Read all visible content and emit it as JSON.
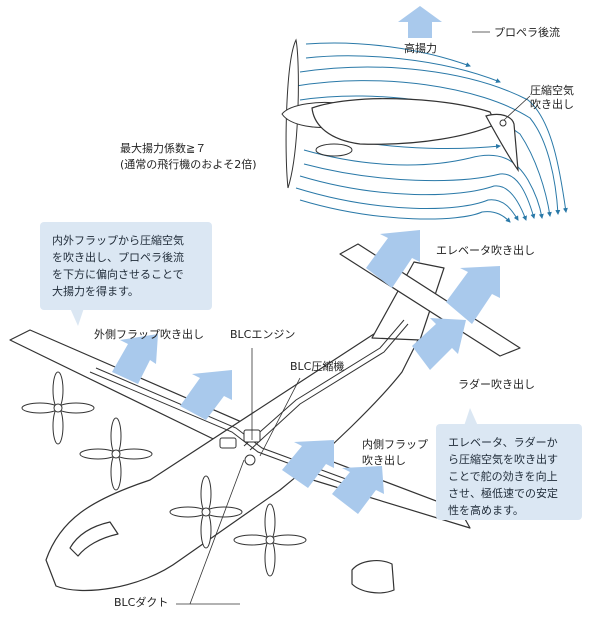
{
  "labels": {
    "high_lift": "高揚力",
    "propeller_wash": "プロペラ後流",
    "compressed_air_blow_line1": "圧縮空気",
    "compressed_air_blow_line2": "吹き出し",
    "max_lift_line1": "最大揚力係数≧７",
    "max_lift_line2": "(通常の飛行機のおよそ2倍)",
    "elevator_blow": "エレベータ吹き出し",
    "outer_flap_blow": "外側フラップ吹き出し",
    "blc_engine": "BLCエンジン",
    "blc_compressor": "BLC圧縮機",
    "rudder_blow": "ラダー吹き出し",
    "inner_flap_line1": "内側フラップ",
    "inner_flap_line2": "吹き出し",
    "blc_duct": "BLCダクト"
  },
  "notes": {
    "left": [
      "内外フラップから圧縮空気",
      "を吹き出し、プロペラ後流",
      "を下方に偏向させることで",
      "大揚力を得ます。"
    ],
    "right": [
      "エレベータ、ラダーか",
      "ら圧縮空気を吹き出す",
      "ことで舵の効きを向上",
      "させ、極低速での安定",
      "性を高めます。"
    ]
  },
  "colors": {
    "arrow_fill": "#a9c9ec",
    "flow_line": "#2a79a8",
    "note_bg": "#dbe7f3",
    "outline": "#333333"
  }
}
